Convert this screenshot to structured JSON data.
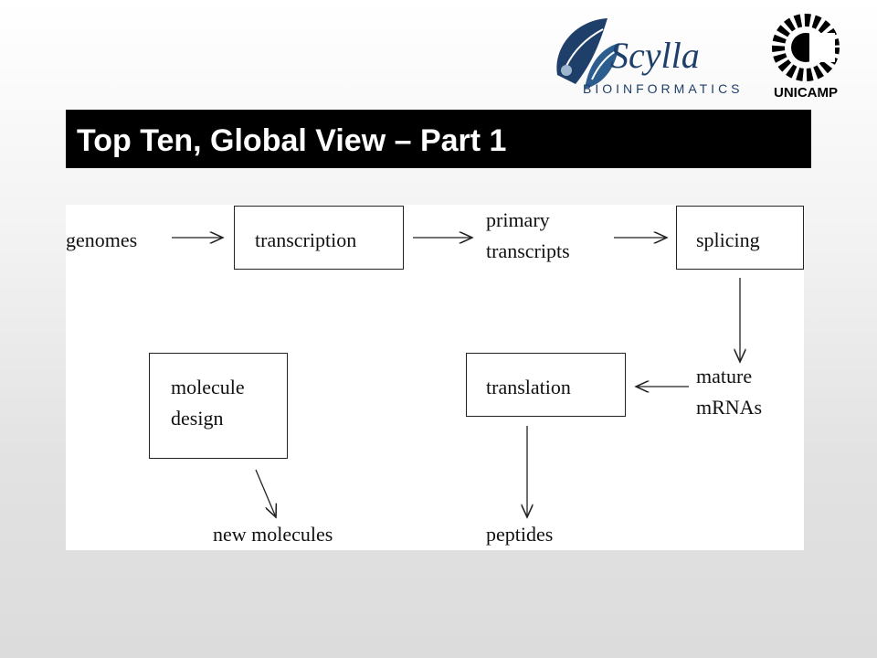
{
  "header": {
    "scylla_logo": {
      "name": "Scylla",
      "sub": "BIOINFORMATICS",
      "icon": "scylla-leaf-icon"
    },
    "unicamp_logo": {
      "name": "UNICAMP",
      "icon": "unicamp-emblem-icon"
    }
  },
  "slide": {
    "title": "Top Ten, Global View – Part 1"
  },
  "diagram": {
    "nodes": {
      "genomes": "genomes",
      "transcription": "transcription",
      "primary_transcripts": [
        "primary",
        "transcripts"
      ],
      "splicing": "splicing",
      "mature_mrnas": [
        "mature",
        "mRNAs"
      ],
      "translation": "translation",
      "molecule_design": [
        "molecule",
        "design"
      ],
      "new_molecules": "new molecules",
      "peptides": "peptides"
    },
    "edges": [
      [
        "genomes",
        "transcription"
      ],
      [
        "transcription",
        "primary_transcripts"
      ],
      [
        "primary_transcripts",
        "splicing"
      ],
      [
        "splicing",
        "mature_mrnas"
      ],
      [
        "mature_mrnas",
        "translation"
      ],
      [
        "translation",
        "peptides"
      ],
      [
        "molecule_design",
        "new_molecules"
      ]
    ],
    "colors": {
      "line": "#222222",
      "text": "#111111"
    }
  }
}
